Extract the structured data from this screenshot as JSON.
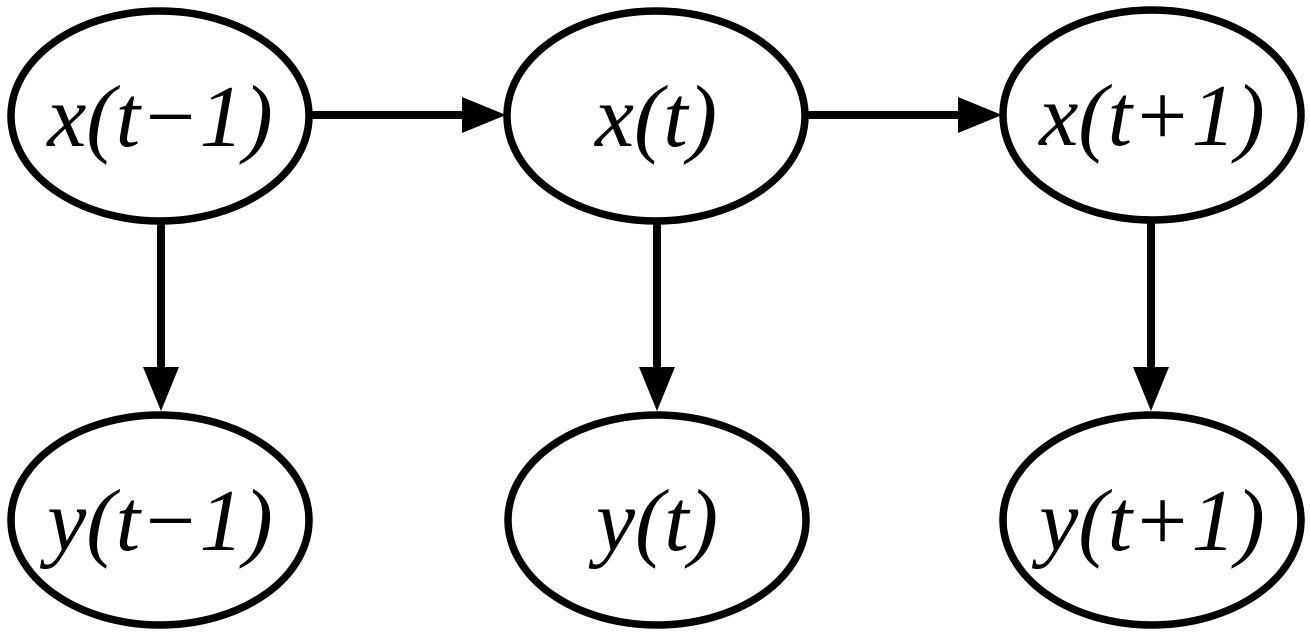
{
  "diagram": {
    "title": "state-space-model-graph",
    "background_color": "#ffffff",
    "stroke_color": "#000000",
    "nodes": [
      {
        "id": "x_t_minus_1",
        "label": "x(t−1)",
        "row": "hidden-state",
        "col": 1
      },
      {
        "id": "x_t",
        "label": "x(t)",
        "row": "hidden-state",
        "col": 2
      },
      {
        "id": "x_t_plus_1",
        "label": "x(t+1)",
        "row": "hidden-state",
        "col": 3
      },
      {
        "id": "y_t_minus_1",
        "label": "y(t−1)",
        "row": "observation",
        "col": 1
      },
      {
        "id": "y_t",
        "label": "y(t)",
        "row": "observation",
        "col": 2
      },
      {
        "id": "y_t_plus_1",
        "label": "y(t+1)",
        "row": "observation",
        "col": 3
      }
    ],
    "edges": [
      {
        "from": "x_t_minus_1",
        "to": "x_t",
        "direction": "right"
      },
      {
        "from": "x_t",
        "to": "x_t_plus_1",
        "direction": "right"
      },
      {
        "from": "x_t_minus_1",
        "to": "y_t_minus_1",
        "direction": "down"
      },
      {
        "from": "x_t",
        "to": "y_t",
        "direction": "down"
      },
      {
        "from": "x_t_plus_1",
        "to": "y_t_plus_1",
        "direction": "down"
      }
    ]
  }
}
